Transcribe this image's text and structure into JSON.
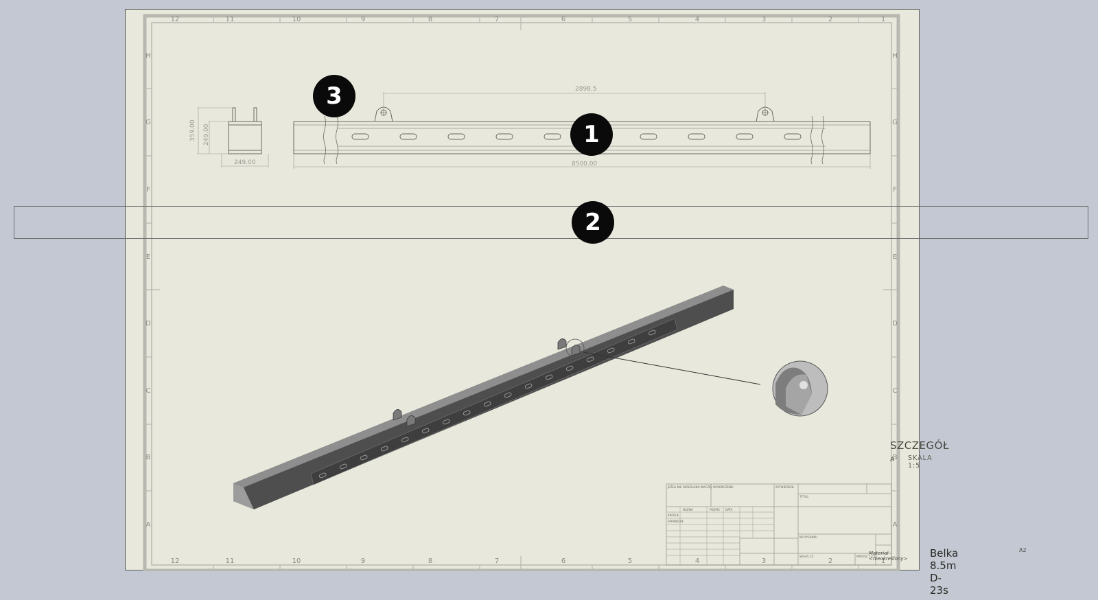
{
  "zones": {
    "columns": [
      "12",
      "11",
      "10",
      "9",
      "8",
      "7",
      "6",
      "5",
      "4",
      "3",
      "2",
      "1"
    ],
    "rows": [
      "H",
      "G",
      "F",
      "E",
      "D",
      "C",
      "B",
      "A"
    ]
  },
  "dimensions": {
    "hole_spacing": "2898.5",
    "overall_length": "8500.00",
    "side_width": "249.00",
    "side_height_total": "359.00",
    "side_height_body": "249.00"
  },
  "callouts": [
    {
      "number": "1"
    },
    {
      "number": "2"
    },
    {
      "number": "3"
    }
  ],
  "detail_view": {
    "title": "SZCZEGÓŁ",
    "letter": "A",
    "scale": "SKALA 1:5"
  },
  "title_block": {
    "material": "Materiał <nieokreślony>",
    "drawing_title": "Belka 8.5m D-23s",
    "sheet_size": "A2",
    "small_labels": [
      "JEŻELI NIE OKREŚLONO INACZEJ:",
      "WYKOŃCZENIE:",
      "ZATWIERDZIŁ",
      "NAZWA",
      "PODPIS",
      "DATA",
      "KREŚLIŁ",
      "SPRAWDZIŁ",
      "TYTUŁ:",
      "NR RYSUNKU",
      "SKALA:1:5",
      "ARKUSZ 1 Z 1"
    ],
    "colors": {
      "sheet": "#e8e8dc",
      "background": "#c3c8d2",
      "border": "#b8b8b0"
    }
  }
}
